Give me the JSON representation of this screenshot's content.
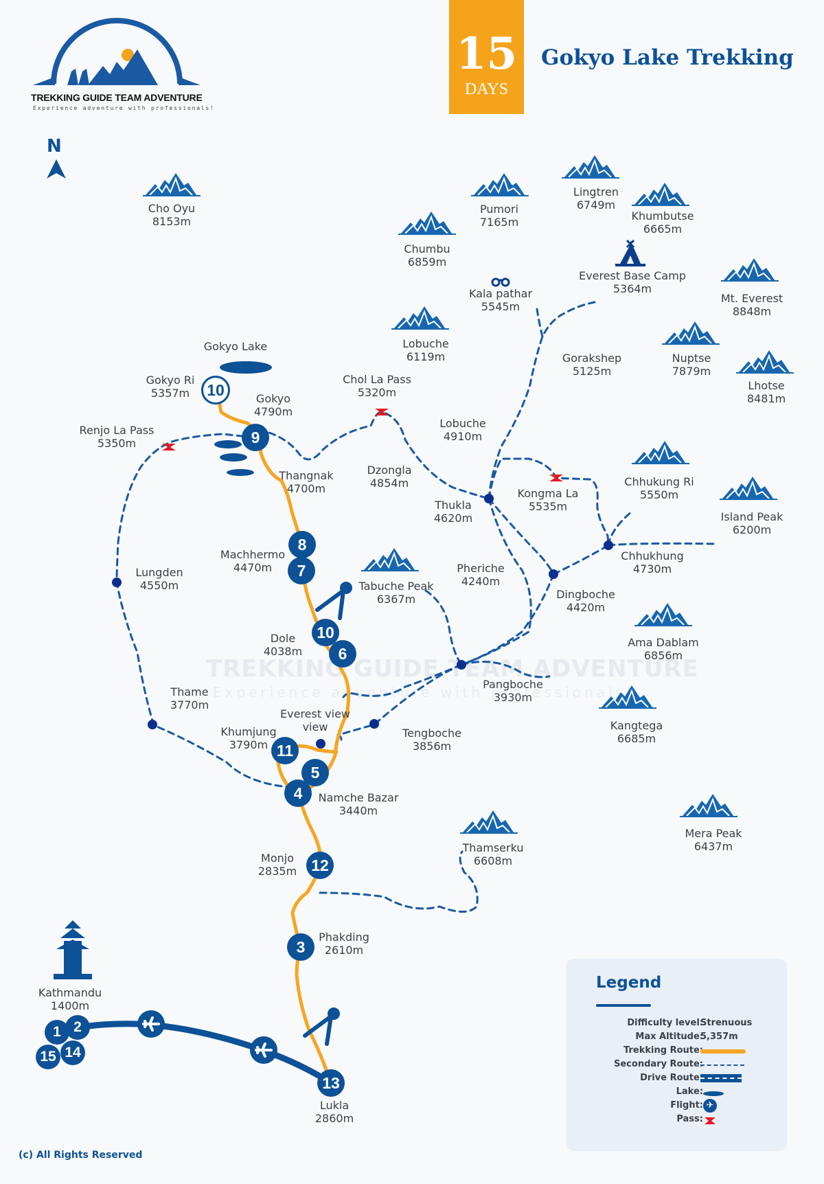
{
  "header": {
    "brand_name": "TREKKING GUIDE TEAM ADVENTURE",
    "brand_tagline": "Experience adventure with professionals!",
    "duration_number": "15",
    "duration_unit": "DAYS",
    "title": "Gokyo Lake Trekking"
  },
  "compass": {
    "label": "N"
  },
  "colors": {
    "primary_blue": "#0d5197",
    "trek_orange": "#f5a623",
    "pass_red": "#e31b23",
    "background": "#f7f9fb",
    "legend_bg": "#e9eff6"
  },
  "peaks": [
    {
      "name": "Cho Oyu",
      "altitude": "8153m"
    },
    {
      "name": "Pumori",
      "altitude": "7165m"
    },
    {
      "name": "Lingtren",
      "altitude": "6749m"
    },
    {
      "name": "Khumbutse",
      "altitude": "6665m"
    },
    {
      "name": "Chumbu",
      "altitude": "6859m"
    },
    {
      "name": "Mt. Everest",
      "altitude": "8848m"
    },
    {
      "name": "Lobuche",
      "altitude": "6119m"
    },
    {
      "name": "Nuptse",
      "altitude": "7879m"
    },
    {
      "name": "Lhotse",
      "altitude": "8481m"
    },
    {
      "name": "Chhukung Ri",
      "altitude": "5550m"
    },
    {
      "name": "Island Peak",
      "altitude": "6200m"
    },
    {
      "name": "Tabuche Peak",
      "altitude": "6367m"
    },
    {
      "name": "Ama Dablam",
      "altitude": "6856m"
    },
    {
      "name": "Kangtega",
      "altitude": "6685m"
    },
    {
      "name": "Thamserku",
      "altitude": "6608m"
    },
    {
      "name": "Mera Peak",
      "altitude": "6437m"
    }
  ],
  "places": [
    {
      "name": "Everest Base Camp",
      "altitude": "5364m"
    },
    {
      "name": "Kala pathar",
      "altitude": "5545m"
    },
    {
      "name": "Gorakshep",
      "altitude": "5125m"
    },
    {
      "name": "Gokyo Lake",
      "altitude": ""
    },
    {
      "name": "Gokyo Ri",
      "altitude": "5357m"
    },
    {
      "name": "Gokyo",
      "altitude": "4790m"
    },
    {
      "name": "Chol La Pass",
      "altitude": "5320m"
    },
    {
      "name": "Lobuche",
      "altitude": "4910m"
    },
    {
      "name": "Renjo La Pass",
      "altitude": "5350m"
    },
    {
      "name": "Thangnak",
      "altitude": "4700m"
    },
    {
      "name": "Dzongla",
      "altitude": "4854m"
    },
    {
      "name": "Kongma La",
      "altitude": "5535m"
    },
    {
      "name": "Thukla",
      "altitude": "4620m"
    },
    {
      "name": "Machhermo",
      "altitude": "4470m"
    },
    {
      "name": "Lungden",
      "altitude": "4550m"
    },
    {
      "name": "Pheriche",
      "altitude": "4240m"
    },
    {
      "name": "Chhukhung",
      "altitude": "4730m"
    },
    {
      "name": "Dingboche",
      "altitude": "4420m"
    },
    {
      "name": "Dole",
      "altitude": "4038m"
    },
    {
      "name": "Pangboche",
      "altitude": "3930m"
    },
    {
      "name": "Thame",
      "altitude": "3770m"
    },
    {
      "name": "Everest view",
      "altitude": ""
    },
    {
      "name": "Khumjung",
      "altitude": "3790m"
    },
    {
      "name": "Tengboche",
      "altitude": "3856m"
    },
    {
      "name": "Namche Bazar",
      "altitude": "3440m"
    },
    {
      "name": "Monjo",
      "altitude": "2835m"
    },
    {
      "name": "Phakding",
      "altitude": "2610m"
    },
    {
      "name": "Kathmandu",
      "altitude": "1400m"
    },
    {
      "name": "Lukla",
      "altitude": "2860m"
    }
  ],
  "day_markers": [
    "10",
    "9",
    "8",
    "7",
    "10",
    "6",
    "11",
    "5",
    "4",
    "12",
    "3",
    "13",
    "1",
    "2",
    "15",
    "14"
  ],
  "legend": {
    "title": "Legend",
    "difficulty_label": "Difficulty level:",
    "difficulty_value": "Strenuous",
    "max_altitude_label": "Max Altitude:",
    "max_altitude_value": "5,357m",
    "trekking_route_label": "Trekking Route:",
    "secondary_route_label": "Secondary Route:",
    "drive_route_label": "Drive Route:",
    "lake_label": "Lake:",
    "flight_label": "Flight:",
    "pass_label": "Pass:"
  },
  "footer": {
    "copyright": "(c) All Rights Reserved"
  },
  "watermark": {
    "text": "TREKKING GUIDE TEAM ADVENTURE",
    "tagline": "Experience adventure with professionals!"
  }
}
